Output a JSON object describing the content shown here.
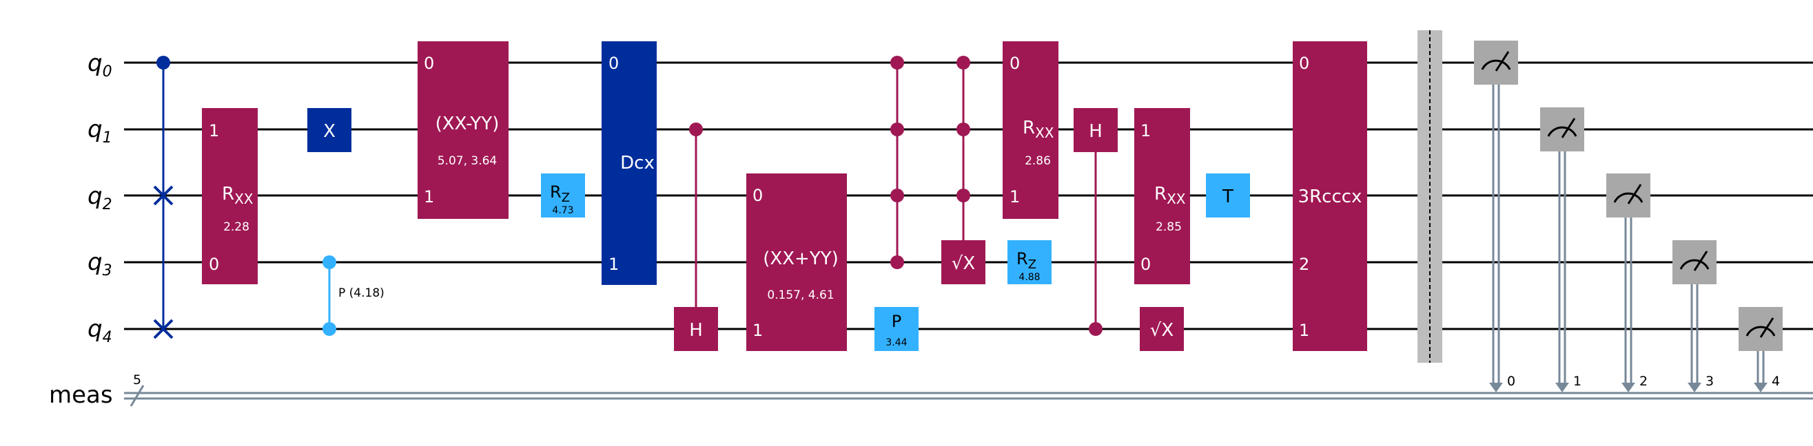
{
  "colors": {
    "wire": "#000000",
    "classical_wire": "#778899",
    "swap_blue": "#002D9C",
    "x_blue": "#002D9C",
    "magenta": "#9F1853",
    "light_blue": "#33B1FF",
    "measure_gray": "#A8A8A8",
    "barrier_gray": "#BDBDBD"
  },
  "qubits": [
    {
      "base": "q",
      "index": "0"
    },
    {
      "base": "q",
      "index": "1"
    },
    {
      "base": "q",
      "index": "2"
    },
    {
      "base": "q",
      "index": "3"
    },
    {
      "base": "q",
      "index": "4"
    }
  ],
  "classical_register": {
    "name": "meas",
    "size": "5"
  },
  "gates": {
    "rxx1": {
      "name": "R",
      "sub": "XX",
      "param": "2.28",
      "port_top": "1",
      "port_bottom": "0"
    },
    "x": {
      "label": "X"
    },
    "cphase": {
      "label": "P (4.18)"
    },
    "xx_minus_yy": {
      "name": "(XX-YY)",
      "param": "5.07, 3.64",
      "port_top": "0",
      "port_bottom": "1"
    },
    "rz1": {
      "name": "R",
      "sub": "Z",
      "param": "4.73"
    },
    "dcx": {
      "name": "Dcx",
      "port_top": "0",
      "port_bottom": "1"
    },
    "ch": {
      "label": "H"
    },
    "xx_plus_yy": {
      "name": "(XX+YY)",
      "param": "0.157, 4.61",
      "port_top": "0",
      "port_bottom": "1"
    },
    "p": {
      "name": "P",
      "param": "3.44"
    },
    "csx": {
      "label": "√X"
    },
    "rxx2": {
      "name": "R",
      "sub": "XX",
      "param": "2.86",
      "port_top": "0",
      "port_bottom": "1"
    },
    "rz2": {
      "name": "R",
      "sub": "Z",
      "param": "4.88"
    },
    "ch2": {
      "label": "H"
    },
    "rxx3": {
      "name": "R",
      "sub": "XX",
      "param": "2.85",
      "port_top": "1",
      "port_bottom": "0"
    },
    "sx": {
      "label": "√X"
    },
    "t": {
      "label": "T"
    },
    "rcccx": {
      "name": "3Rcccx",
      "ports": [
        "0",
        "2",
        "1"
      ]
    }
  },
  "measure_indices": [
    "0",
    "1",
    "2",
    "3",
    "4"
  ]
}
